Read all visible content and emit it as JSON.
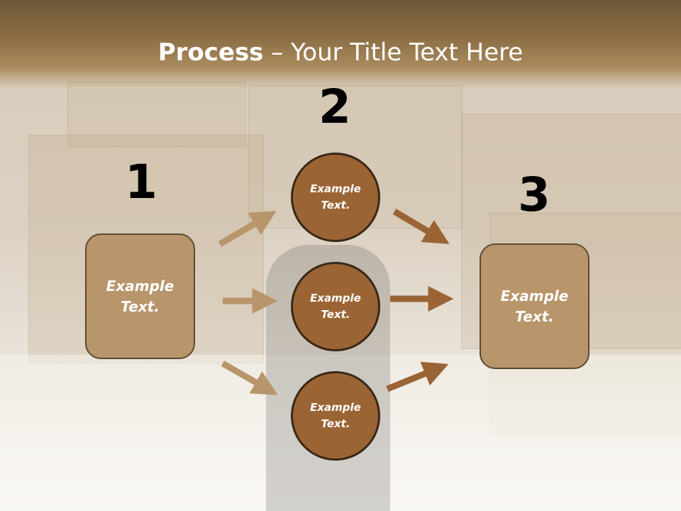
{
  "title": {
    "bold": "Process",
    "rest": " – Your Title Text Here"
  },
  "steps": [
    "1",
    "2",
    "3"
  ],
  "left_box": {
    "label": "Example Text."
  },
  "circles": [
    {
      "label": "Example Text."
    },
    {
      "label": "Example Text."
    },
    {
      "label": "Example Text."
    }
  ],
  "right_box": {
    "label": "Example Text."
  },
  "colors": {
    "header": "#8a6c44",
    "box_fill": "#b8956a",
    "circle_fill": "#9b6434",
    "arrow_light": "#b8956a",
    "arrow_dark": "#9b6434"
  }
}
